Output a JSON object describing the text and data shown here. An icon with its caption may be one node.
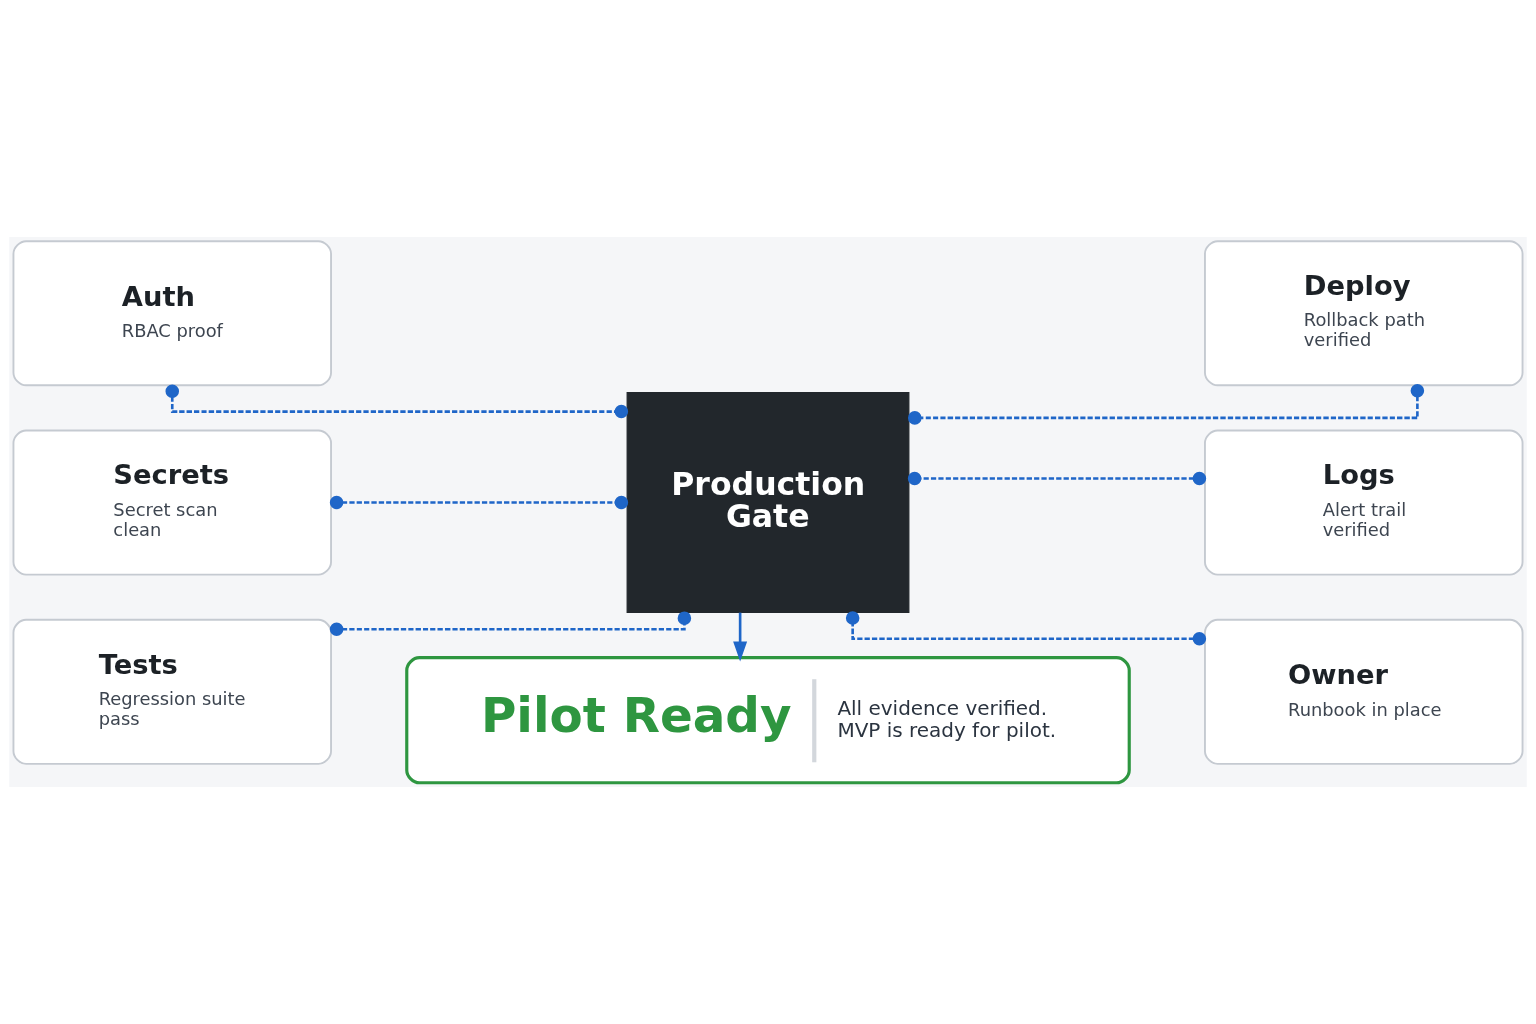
{
  "diagram": {
    "nodes": [
      {
        "text": [
          "Auth",
          "RBAC proof"
        ]
      },
      {
        "text": [
          "Secrets",
          "Secret scan clean"
        ]
      },
      {
        "text": [
          "Tests",
          "Regression suite pass"
        ]
      },
      {
        "text": [
          "Production Gate"
        ]
      },
      {
        "text": [
          "Deploy",
          "Rollback path verified"
        ]
      },
      {
        "text": [
          "Logs",
          "Alert trail verified"
        ]
      },
      {
        "text": [
          "Owner",
          "Runbook in place"
        ]
      },
      {
        "text": [
          "Pilot Ready",
          "All evidence verified. MVP is ready for pilot."
        ]
      }
    ],
    "edges": [
      {
        "from": 0,
        "to": 3,
        "arrow": "other",
        "style": "dashed"
      },
      {
        "from": 1,
        "to": 3,
        "arrow": "other",
        "style": "dashed"
      },
      {
        "from": 2,
        "to": 3,
        "arrow": "other",
        "style": "dashed"
      },
      {
        "from": 4,
        "to": 3,
        "arrow": "other",
        "style": "dashed"
      },
      {
        "from": 5,
        "to": 3,
        "arrow": "other",
        "style": "dashed"
      },
      {
        "from": 6,
        "to": 3,
        "arrow": "other",
        "style": "dashed"
      },
      {
        "from": 3,
        "to": 7,
        "arrow": "to"
      }
    ]
  }
}
